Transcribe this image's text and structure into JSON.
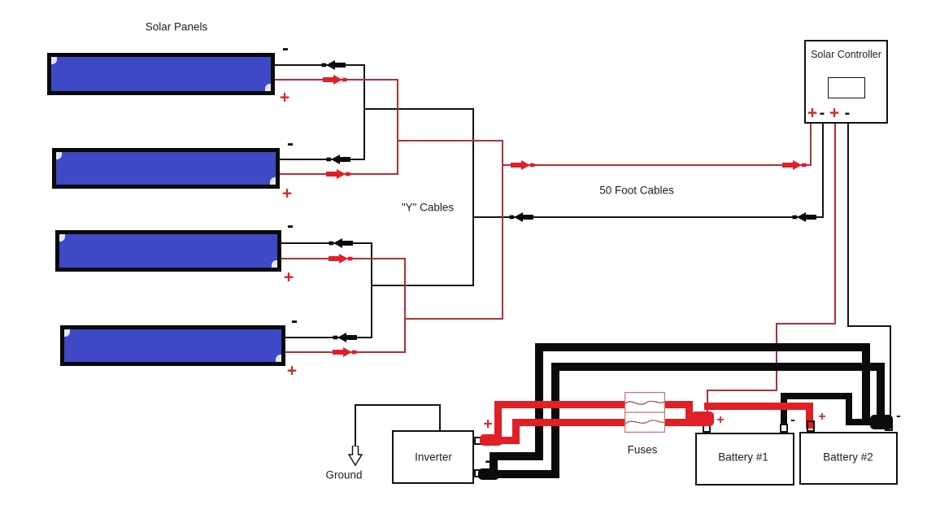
{
  "diagram": {
    "title": "Solar Panels",
    "plus": "+",
    "minus": "-",
    "y_cables_label": "\"Y\" Cables",
    "long_cables_label": "50 Foot Cables",
    "controller": {
      "title": "Solar Controller",
      "terminals": [
        "+",
        "-",
        "+",
        "-"
      ]
    },
    "inverter": {
      "label": "Inverter"
    },
    "ground": {
      "label": "Ground"
    },
    "fuses": {
      "label": "Fuses"
    },
    "battery1": {
      "label": "Battery #1"
    },
    "battery2": {
      "label": "Battery #2"
    },
    "panels": {
      "count": 4
    },
    "colors": {
      "positive_cable_thick": "#e01f26",
      "positive_wire_thin": "#b03036",
      "negative_wire": "#0b0b0b",
      "panel_fill": "#3f49c6",
      "panel_border": "#0a0a0a",
      "fuse_outline": "#cb7277",
      "fuse_element": "#a04a4e",
      "plus_text": "#d6272c",
      "text": "#1f1f1f",
      "background": "#ffffff"
    }
  }
}
